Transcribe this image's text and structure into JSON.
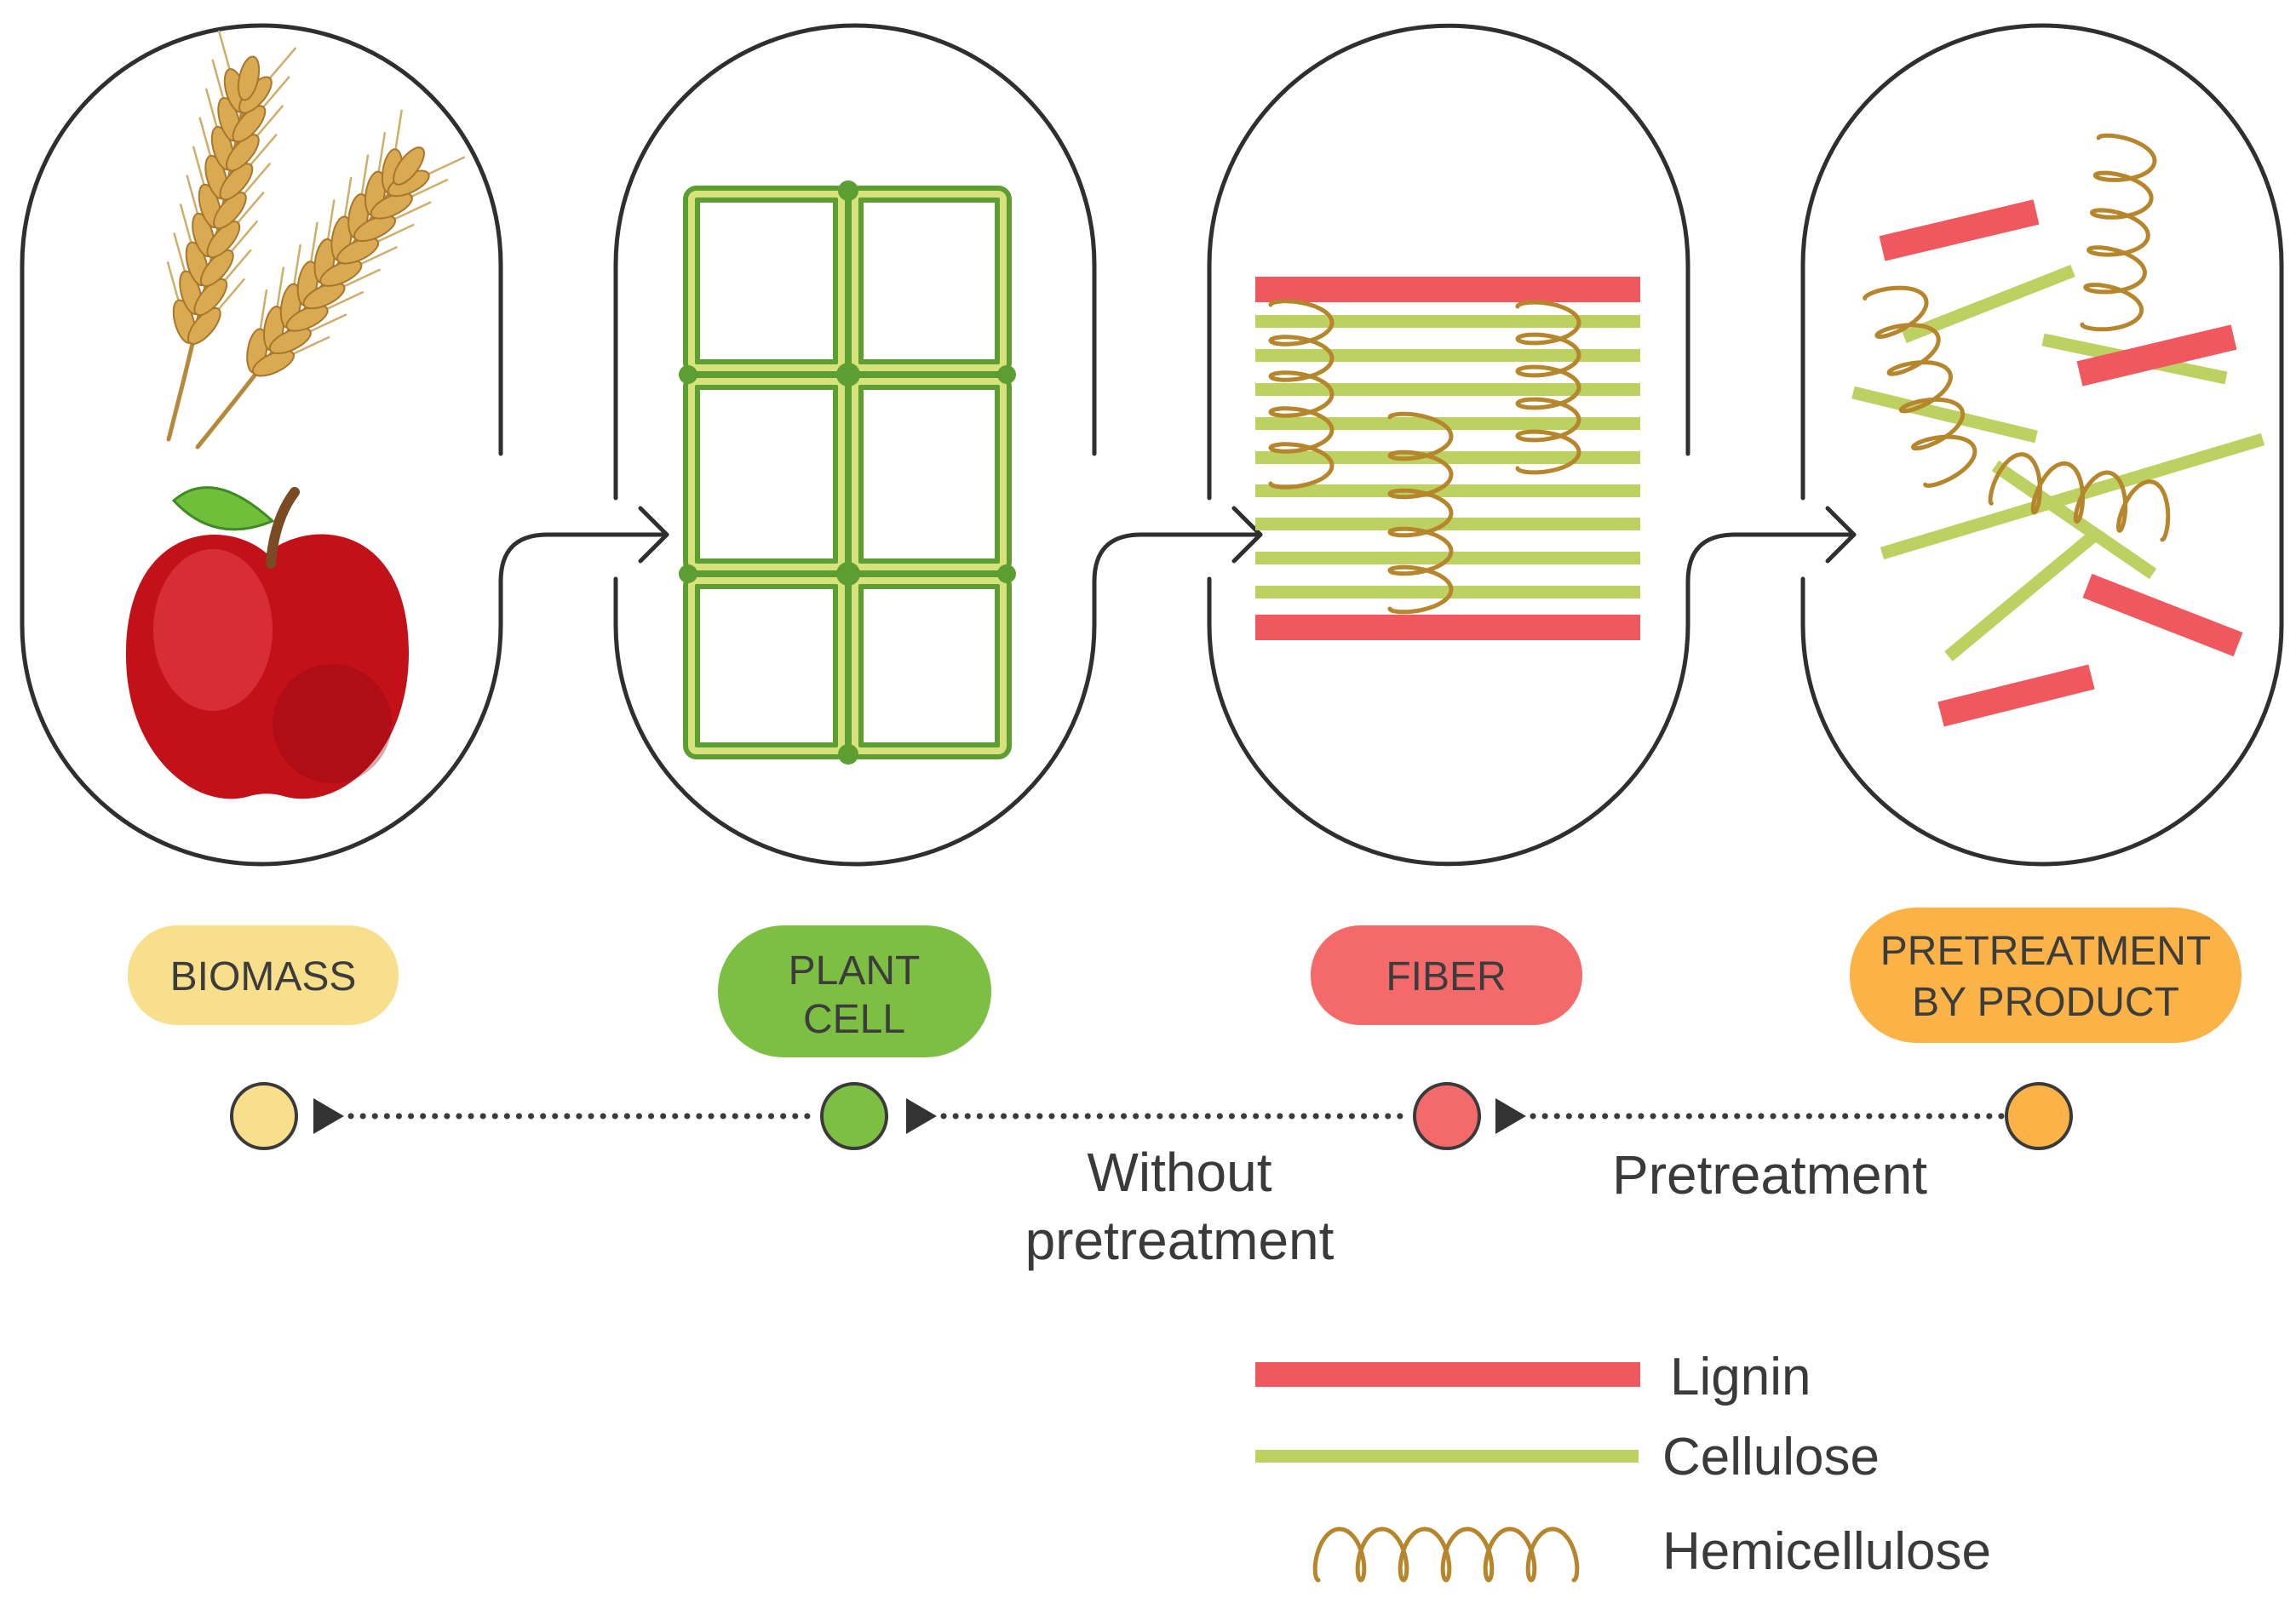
{
  "stages": {
    "biomass": {
      "label": "BIOMASS",
      "color": "#f7df8b",
      "icons": [
        "wheat-icon",
        "apple-icon"
      ]
    },
    "plant_cell": {
      "label_line1": "PLANT",
      "label_line2": "CELL",
      "color": "#7cbf43",
      "icon": "plant-cell-grid-icon"
    },
    "fiber": {
      "label": "FIBER",
      "color": "#f46a6b",
      "icon": "fiber-bundle-icon"
    },
    "pretreatment_by_product": {
      "label_line1": "PRETREATMENT",
      "label_line2": "BY PRODUCT",
      "color": "#fbb347",
      "icon": "fragmented-fiber-icon"
    }
  },
  "timeline": {
    "without_pretreatment_line1": "Without",
    "without_pretreatment_line2": "pretreatment",
    "pretreatment": "Pretreatment"
  },
  "legend": {
    "lignin": {
      "label": "Lignin",
      "color": "#f0585f"
    },
    "cellulose": {
      "label": "Cellulose",
      "color": "#bdd163"
    },
    "hemicellulose": {
      "label": "Hemicellulose",
      "color": "#b5862c"
    }
  }
}
